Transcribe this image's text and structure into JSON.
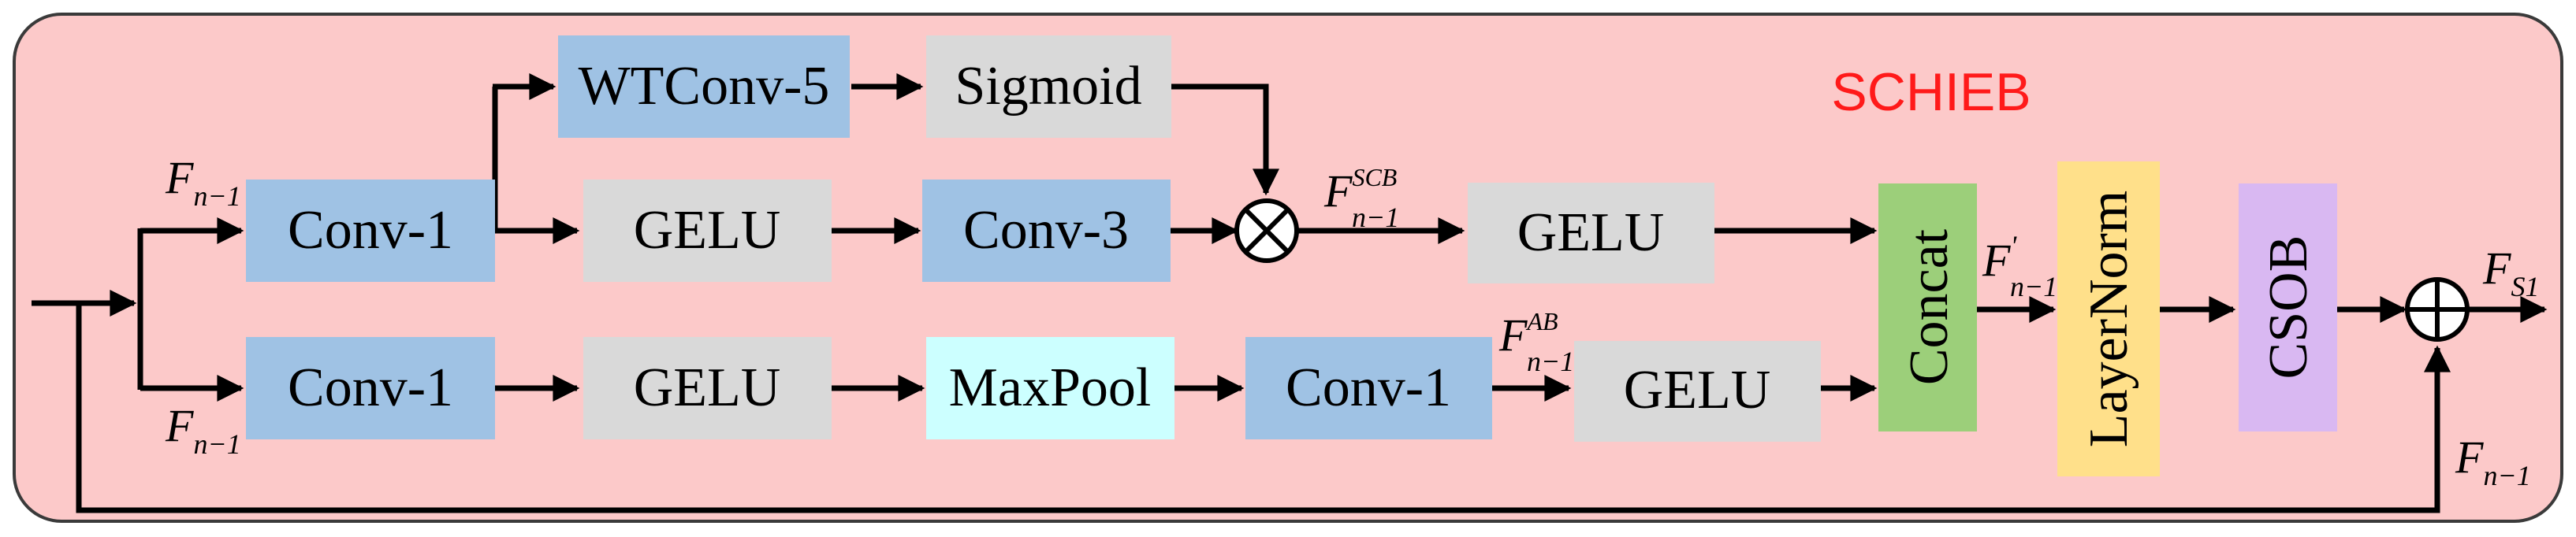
{
  "module_title": "SCHIEB",
  "colors": {
    "panel": "#fcc9c9",
    "panel_stroke": "#3a3a3a",
    "title": "#ff1a1a",
    "conv": "#9fc2e4",
    "gelu": "#d9d9d9",
    "sigmoid": "#d9d9d9",
    "maxpool": "#ccffff",
    "concat": "#9ccf7a",
    "layernorm": "#ffe08a",
    "csob": "#d9b8f2",
    "wire": "#000000"
  },
  "blocks": {
    "wtconv5": "WTConv-5",
    "sigmoid": "Sigmoid",
    "conv1_top": "Conv-1",
    "gelu_top": "GELU",
    "conv3": "Conv-3",
    "gelu_mid": "GELU",
    "conv1_bottom": "Conv-1",
    "gelu_bottom": "GELU",
    "maxpool": "MaxPool",
    "conv1_ab": "Conv-1",
    "gelu_ab": "GELU",
    "concat": "Concat",
    "layernorm": "LayerNorm",
    "csob": "CSOB"
  },
  "labels": {
    "f_main": "F",
    "sub_n_minus_1": "n−1",
    "sup_scb": "SCB",
    "sup_ab": "AB",
    "sup_prime": "'",
    "sub_s1": "S1"
  }
}
